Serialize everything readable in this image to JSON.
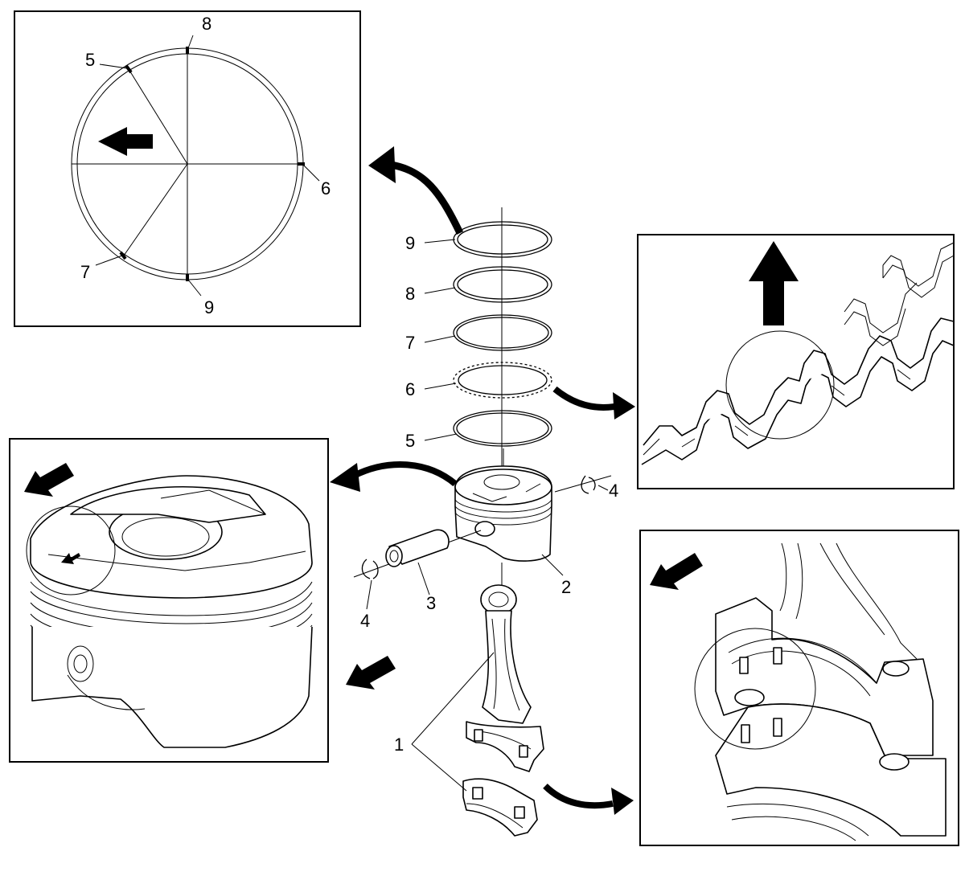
{
  "callouts": {
    "one": "1",
    "two": "2",
    "three": "3",
    "four_right": "4",
    "four_left": "4",
    "five_stack": "5",
    "six_stack": "6",
    "seven_stack": "7",
    "eight_stack": "8",
    "nine_stack": "9",
    "five_detail": "5",
    "six_detail": "6",
    "seven_detail": "7",
    "eight_detail": "8",
    "nine_detail": "9"
  },
  "parts": [
    {
      "number": "1",
      "name": "connecting-rod-and-bearings"
    },
    {
      "number": "2",
      "name": "piston"
    },
    {
      "number": "3",
      "name": "piston-pin"
    },
    {
      "number": "4",
      "name": "piston-pin-retainer"
    },
    {
      "number": "5",
      "name": "oil-control-ring-lower-rail"
    },
    {
      "number": "6",
      "name": "oil-control-ring-expander"
    },
    {
      "number": "7",
      "name": "oil-control-ring-upper-rail"
    },
    {
      "number": "8",
      "name": "second-compression-ring"
    },
    {
      "number": "9",
      "name": "top-compression-ring"
    }
  ],
  "icons": {
    "direction_arrow": "solid-black-arrow-icon",
    "transfer_arrow": "curved-black-arrow-icon"
  }
}
